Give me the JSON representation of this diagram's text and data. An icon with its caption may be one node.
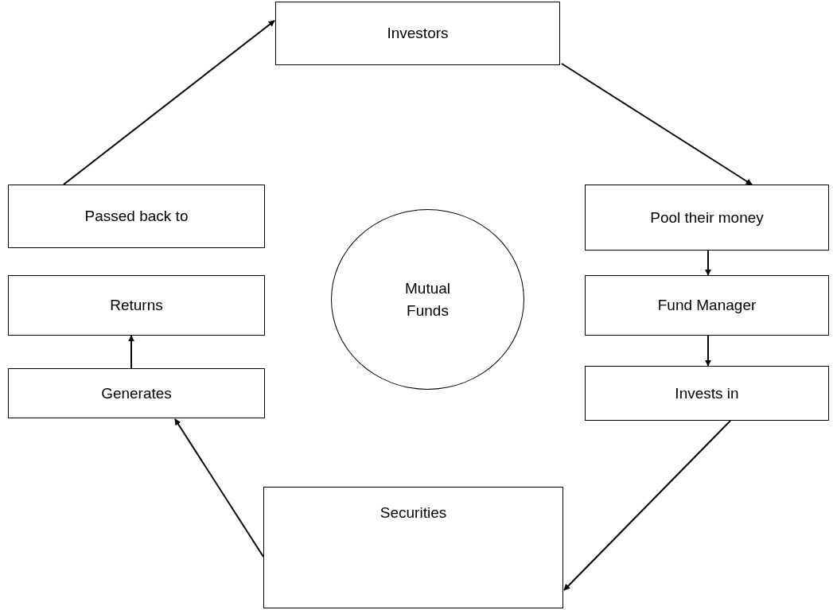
{
  "diagram": {
    "nodes": [
      {
        "text": [
          "Investors"
        ]
      },
      {
        "text": [
          "Pool their money"
        ]
      },
      {
        "text": [
          "Fund Manager"
        ]
      },
      {
        "text": [
          "Invests in"
        ]
      },
      {
        "text": [
          "Securities"
        ]
      },
      {
        "text": [
          "Generates"
        ]
      },
      {
        "text": [
          "Returns"
        ]
      },
      {
        "text": [
          "Passed back to"
        ]
      },
      {
        "text": [
          "Mutual Funds"
        ]
      }
    ],
    "edges": [
      {
        "from": 0,
        "to": 1,
        "arrow": "to"
      },
      {
        "from": 1,
        "to": 2,
        "arrow": "to"
      },
      {
        "from": 2,
        "to": 3,
        "arrow": "to"
      },
      {
        "from": 3,
        "to": 4,
        "arrow": "to"
      },
      {
        "from": 4,
        "to": 5,
        "arrow": "to"
      },
      {
        "from": 5,
        "to": 6,
        "arrow": "to"
      },
      {
        "from": 7,
        "to": 0,
        "arrow": "to"
      }
    ]
  }
}
